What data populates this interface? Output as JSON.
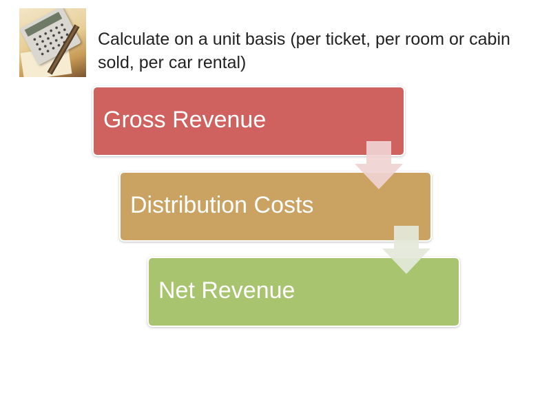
{
  "caption": "Calculate on a unit basis (per ticket, per room or cabin sold, per car rental)",
  "image": {
    "subject": "calculator-photo"
  },
  "steps": [
    {
      "label": "Gross Revenue",
      "color": "#cf615f"
    },
    {
      "label": "Distribution Costs",
      "color": "#caa363"
    },
    {
      "label": "Net Revenue",
      "color": "#a9c46f"
    }
  ],
  "arrows": [
    {
      "icon": "down-arrow-icon",
      "color": "#f0d3d2"
    },
    {
      "icon": "down-arrow-icon",
      "color": "#e4e8da"
    }
  ]
}
